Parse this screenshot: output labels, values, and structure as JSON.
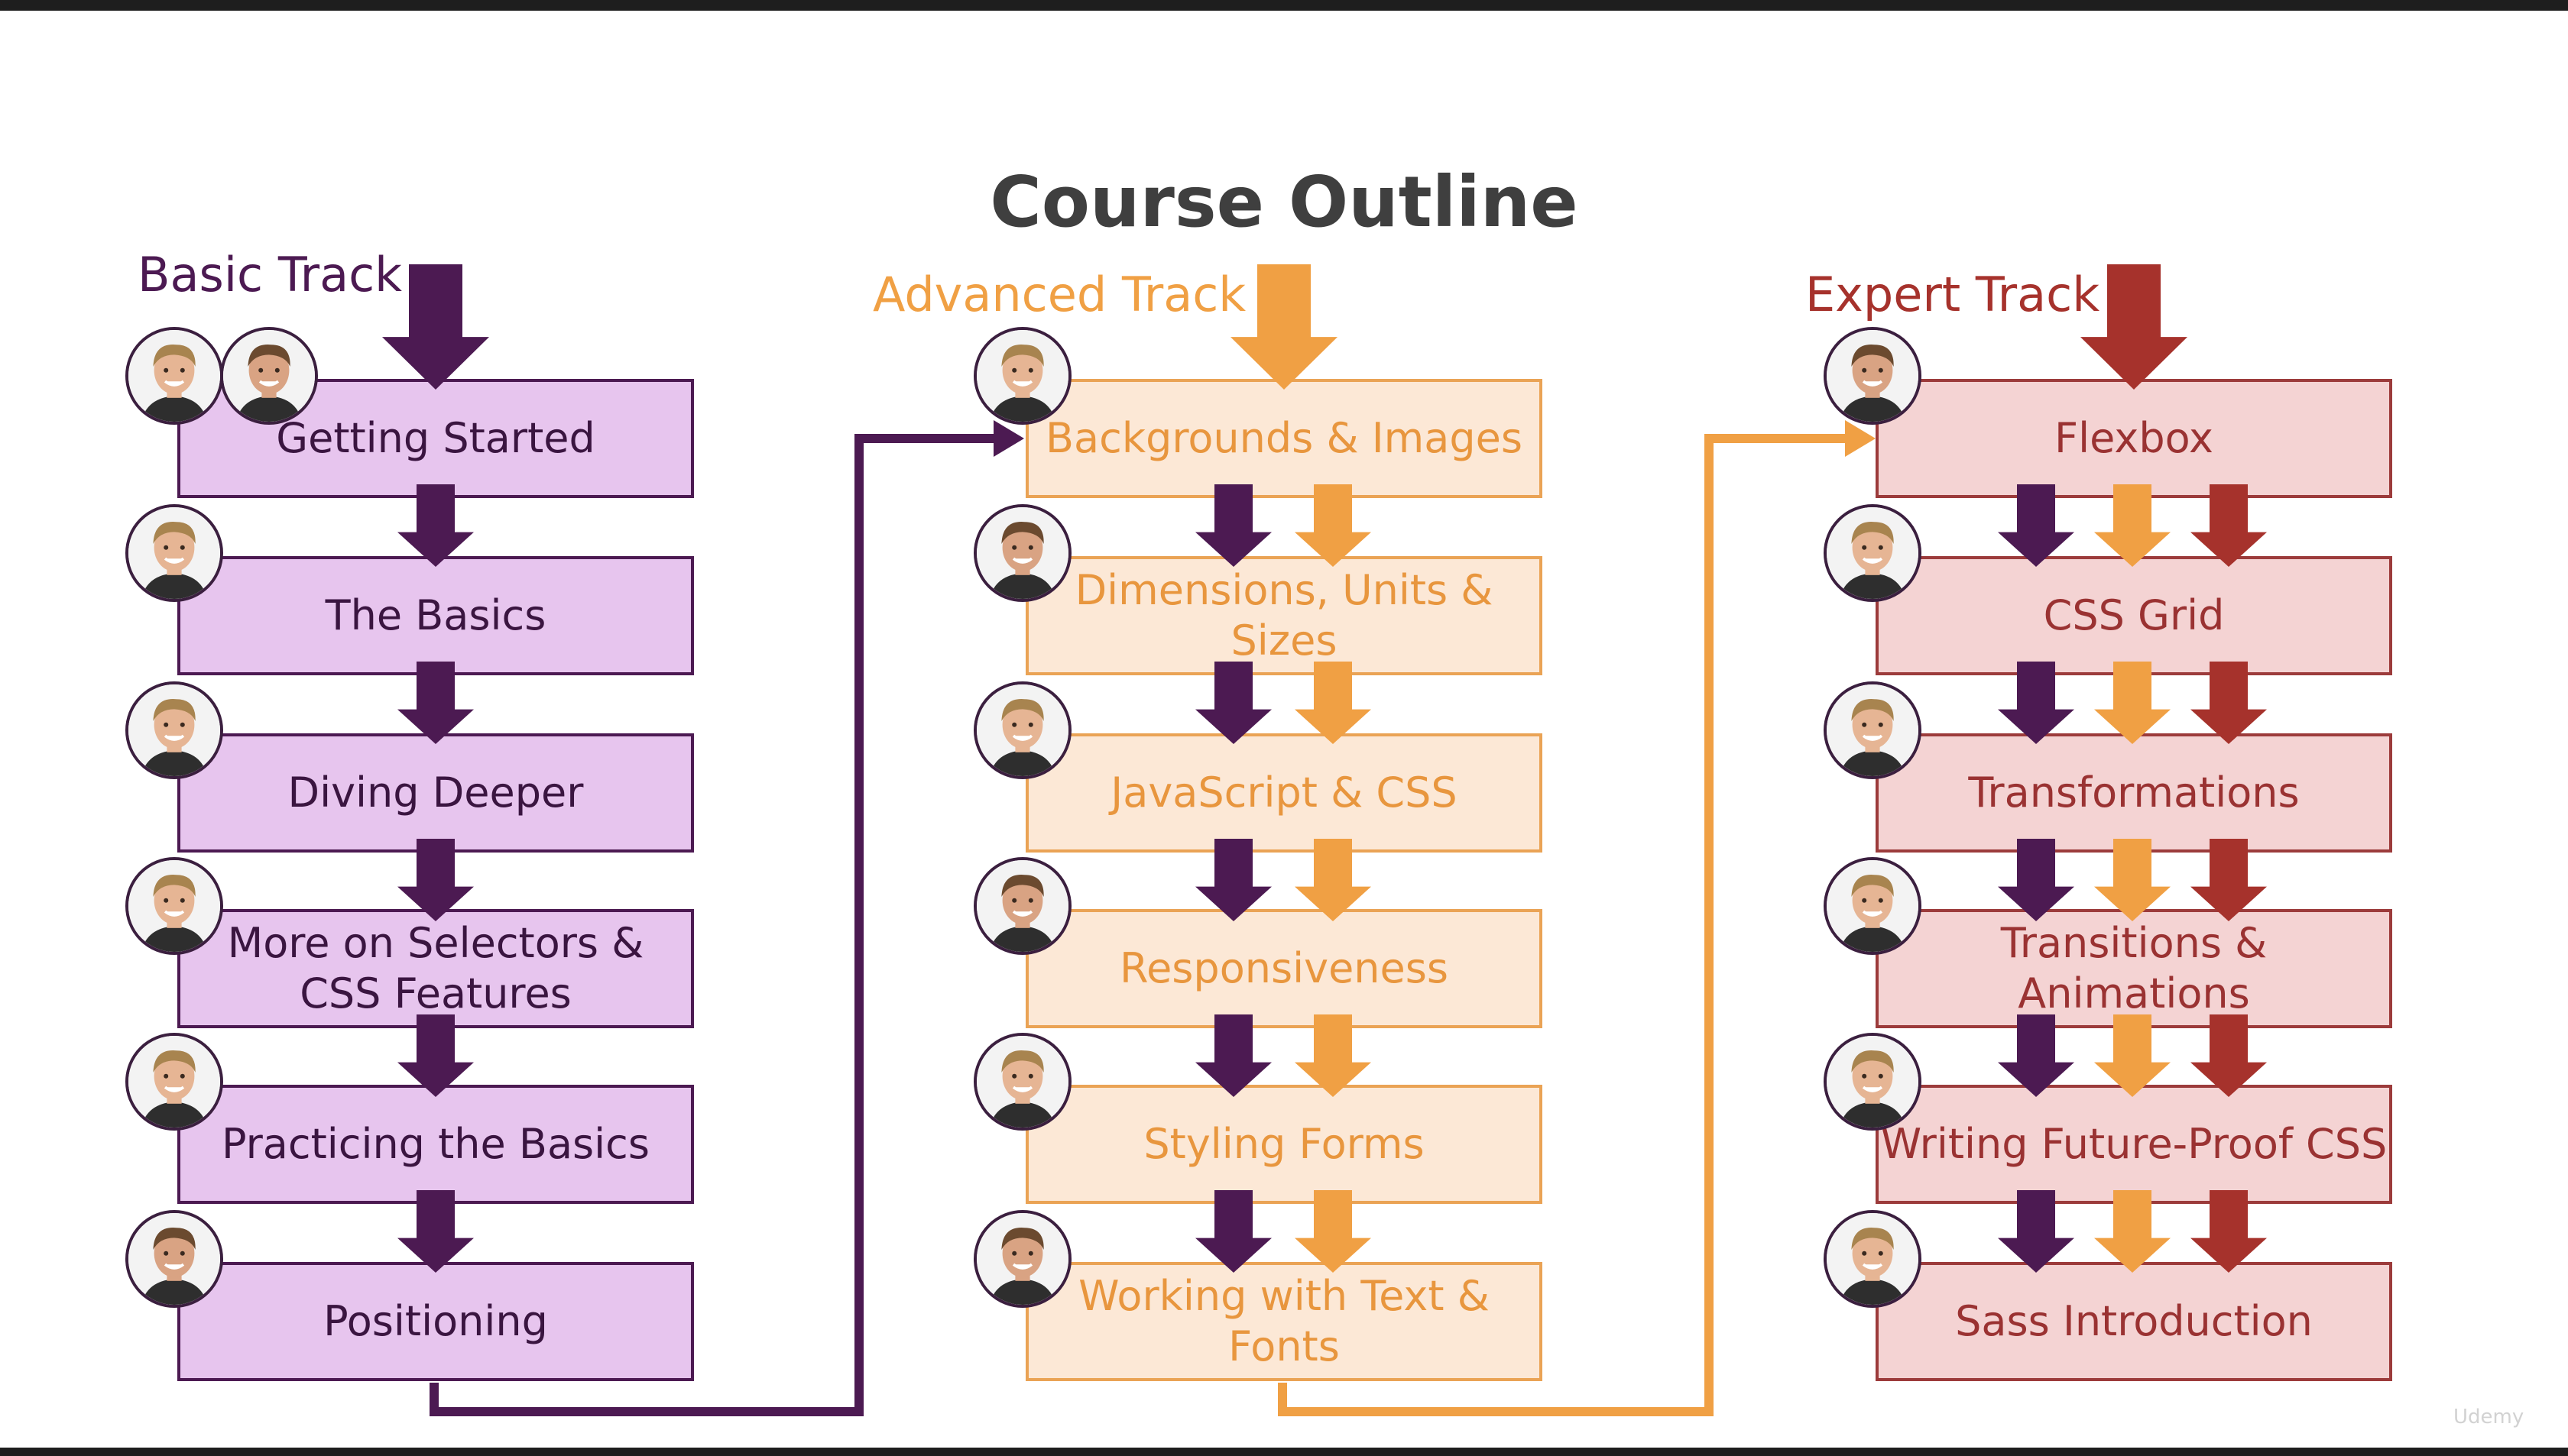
{
  "title": "Course Outline",
  "colors": {
    "basic": "#4c1a52",
    "advanced": "#f0a044",
    "expert": "#a6322c"
  },
  "tracks": [
    {
      "id": "basic",
      "label": "Basic Track",
      "modules": [
        "Getting Started",
        "The Basics",
        "Diving Deeper",
        "More on Selectors & CSS Features",
        "Practicing the Basics",
        "Positioning"
      ]
    },
    {
      "id": "advanced",
      "label": "Advanced Track",
      "modules": [
        "Backgrounds & Images",
        "Dimensions, Units & Sizes",
        "JavaScript & CSS",
        "Responsiveness",
        "Styling Forms",
        "Working with Text & Fonts"
      ]
    },
    {
      "id": "expert",
      "label": "Expert Track",
      "modules": [
        "Flexbox",
        "CSS Grid",
        "Transformations",
        "Transitions & Animations",
        "Writing Future-Proof CSS",
        "Sass Introduction"
      ]
    }
  ],
  "watermark": "Udemy"
}
